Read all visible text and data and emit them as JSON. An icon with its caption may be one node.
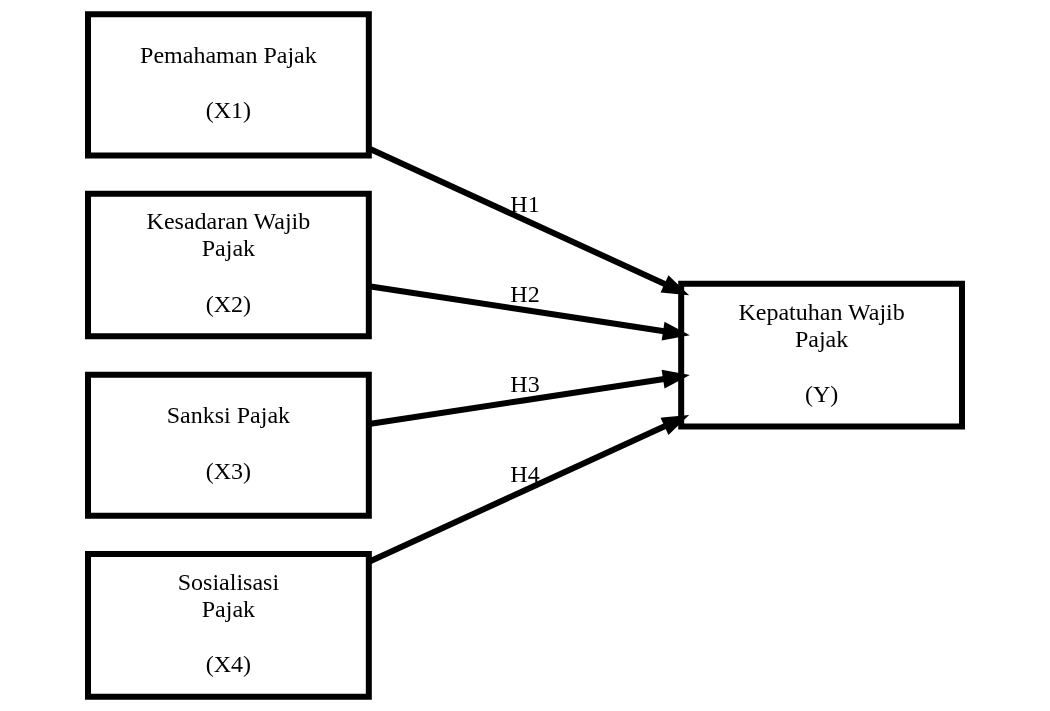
{
  "diagram": {
    "nodes": [
      {
        "text": [
          "Pemahaman Pajak",
          "(X1)"
        ]
      },
      {
        "text": [
          "Kesadaran Wajib Pajak",
          "(X2)"
        ]
      },
      {
        "text": [
          "Sanksi Pajak",
          "(X3)"
        ]
      },
      {
        "text": [
          "Sosialisasi Pajak",
          "(X4)"
        ]
      },
      {
        "text": [
          "Kepatuhan Wajib Pajak",
          "(Y)"
        ]
      }
    ],
    "edges": [
      {
        "from": 0,
        "to": 4,
        "arrow": "to",
        "label": "H1"
      },
      {
        "from": 1,
        "to": 4,
        "arrow": "to",
        "label": "H2"
      },
      {
        "from": 2,
        "to": 4,
        "arrow": "to",
        "label": "H3"
      },
      {
        "from": 3,
        "to": 4,
        "arrow": "to",
        "label": "H4"
      }
    ]
  }
}
